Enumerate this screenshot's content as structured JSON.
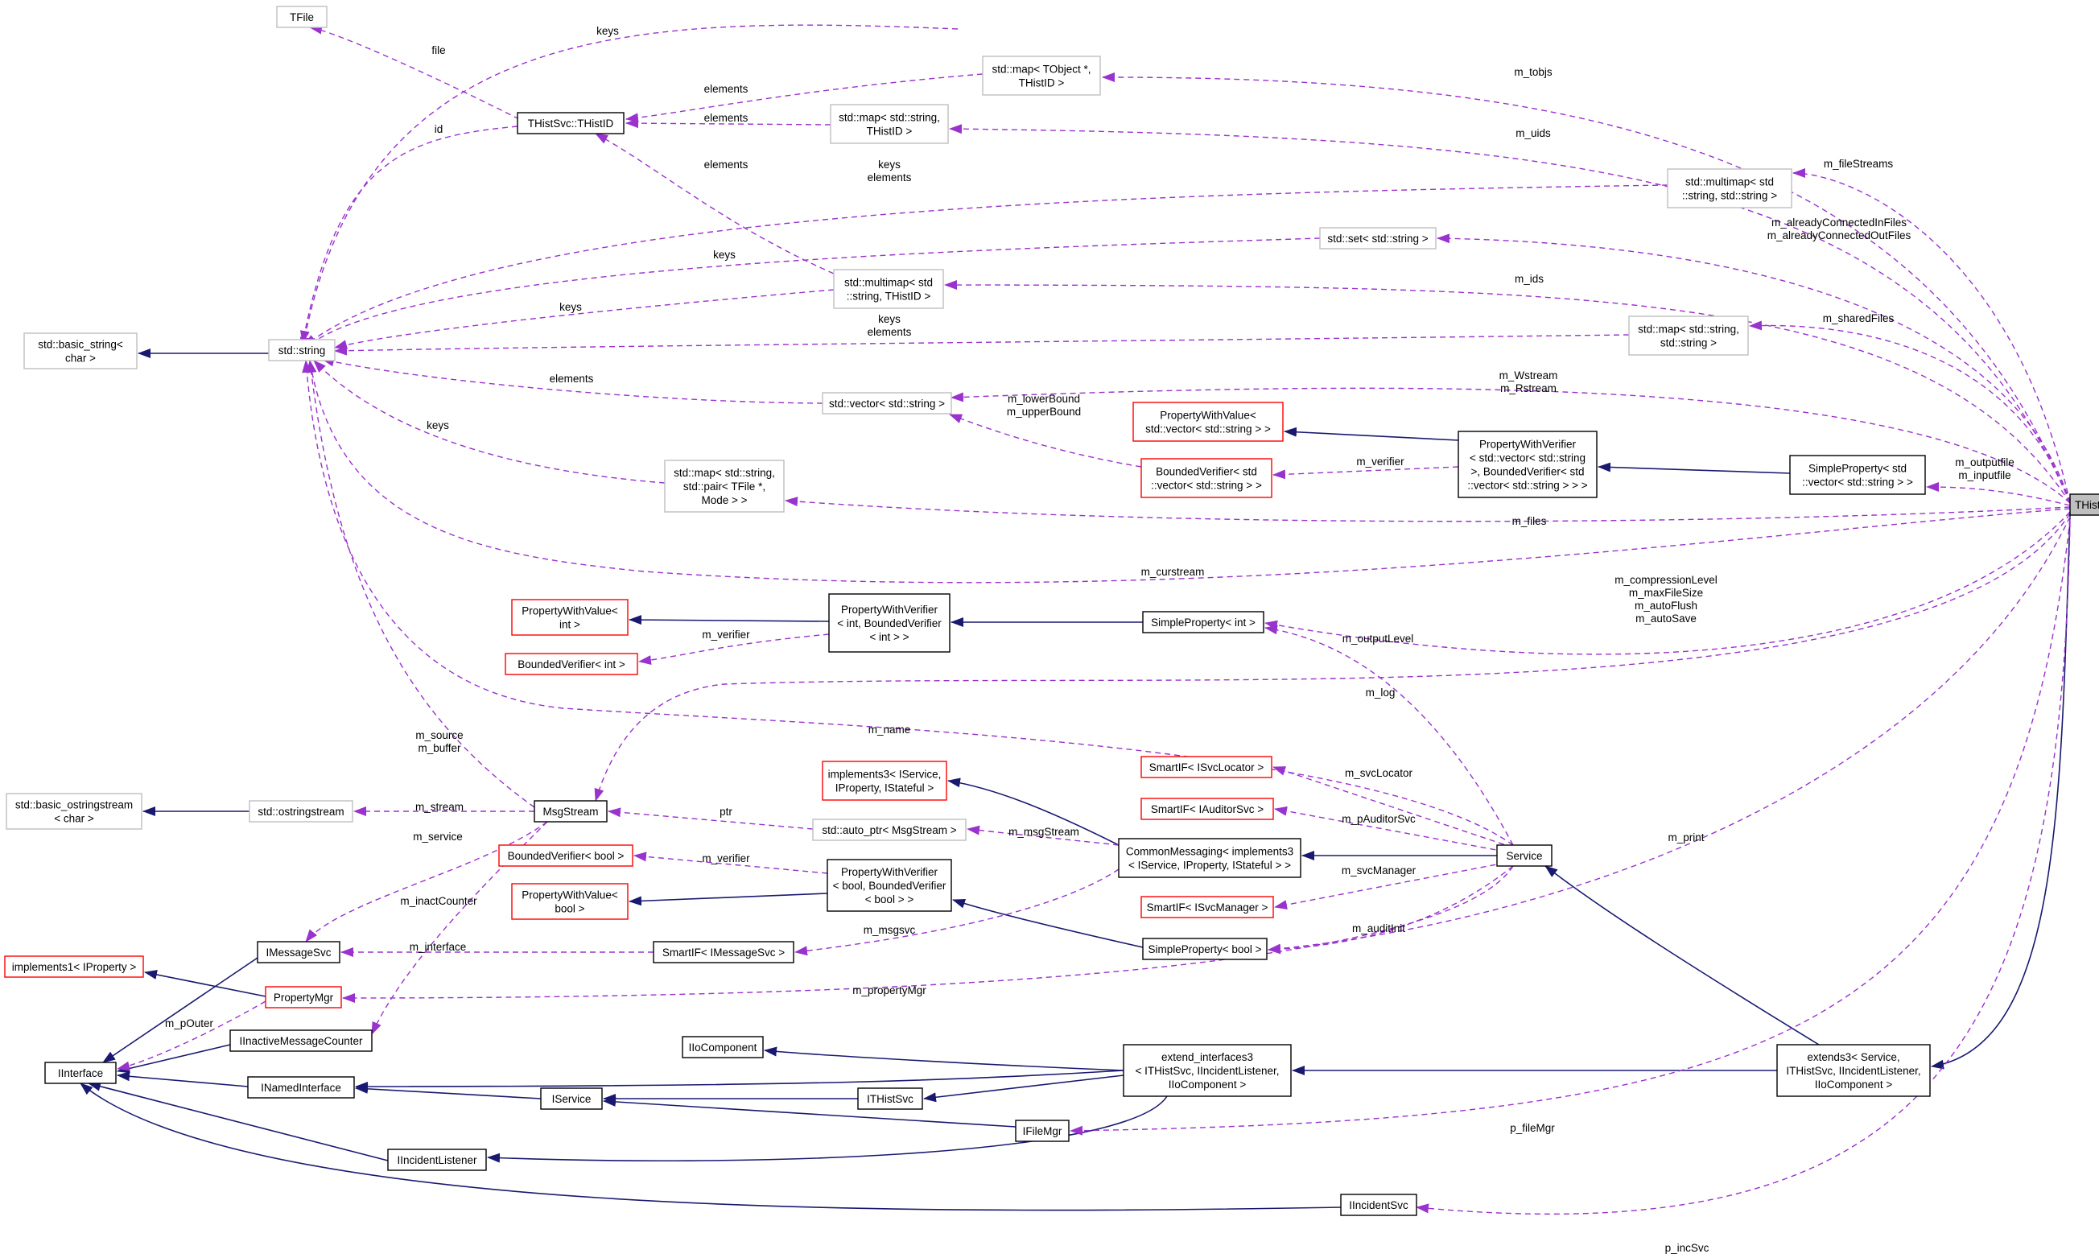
{
  "colors": {
    "background": "#ffffff",
    "node_border_black": "#000000",
    "node_border_gray": "#bfbfbf",
    "node_border_red": "#ff0000",
    "highlight_fill": "#bfbfbf",
    "inheritance_edge": "#191970",
    "usage_edge": "#9a32cd"
  },
  "nodes": [
    {
      "id": "TFile",
      "lines": [
        "TFile"
      ]
    },
    {
      "id": "std_string",
      "lines": [
        "std::string"
      ]
    },
    {
      "id": "std_basic_string",
      "lines": [
        "std::basic_string<",
        "char >"
      ]
    },
    {
      "id": "THistSvc_THistID",
      "lines": [
        "THistSvc::THistID"
      ]
    },
    {
      "id": "map_TObject",
      "lines": [
        "std::map< TObject *,",
        "THistID >"
      ]
    },
    {
      "id": "map_string_THistID",
      "lines": [
        "std::map< std::string,",
        "THistID >"
      ]
    },
    {
      "id": "multimap_string_string",
      "lines": [
        "std::multimap< std",
        "::string, std::string >"
      ]
    },
    {
      "id": "set_string",
      "lines": [
        "std::set< std::string >"
      ]
    },
    {
      "id": "multimap_string_THistID",
      "lines": [
        "std::multimap< std",
        "::string, THistID >"
      ]
    },
    {
      "id": "map_string_string",
      "lines": [
        "std::map< std::string,",
        "std::string >"
      ]
    },
    {
      "id": "vector_string",
      "lines": [
        "std::vector< std::string >"
      ]
    },
    {
      "id": "PWV_vector",
      "lines": [
        "PropertyWithValue<",
        "std::vector< std::string > >"
      ]
    },
    {
      "id": "BV_vector",
      "lines": [
        "BoundedVerifier< std",
        "::vector< std::string > >"
      ]
    },
    {
      "id": "PWVer_vector",
      "lines": [
        "PropertyWithVerifier",
        "< std::vector< std::string",
        ">, BoundedVerifier< std",
        "::vector< std::string > > >"
      ]
    },
    {
      "id": "SP_vector",
      "lines": [
        "SimpleProperty< std",
        "::vector< std::string > >"
      ]
    },
    {
      "id": "map_pair",
      "lines": [
        "std::map< std::string,",
        "std::pair< TFile *,",
        "Mode > >"
      ]
    },
    {
      "id": "THistSvc",
      "lines": [
        "THistSvc"
      ]
    },
    {
      "id": "PWV_int",
      "lines": [
        "PropertyWithValue<",
        "int >"
      ]
    },
    {
      "id": "BV_int",
      "lines": [
        "BoundedVerifier< int >"
      ]
    },
    {
      "id": "PWVer_int",
      "lines": [
        "PropertyWithVerifier",
        "< int, BoundedVerifier",
        "< int > >"
      ]
    },
    {
      "id": "SP_int",
      "lines": [
        "SimpleProperty< int >"
      ]
    },
    {
      "id": "basic_ostringstream",
      "lines": [
        "std::basic_ostringstream",
        "< char >"
      ]
    },
    {
      "id": "ostringstream",
      "lines": [
        "std::ostringstream"
      ]
    },
    {
      "id": "MsgStream",
      "lines": [
        "MsgStream"
      ]
    },
    {
      "id": "implements3",
      "lines": [
        "implements3< IService,",
        "IProperty, IStateful >"
      ]
    },
    {
      "id": "auto_ptr",
      "lines": [
        "std::auto_ptr< MsgStream >"
      ]
    },
    {
      "id": "SmartIF_ISvcLocator",
      "lines": [
        "SmartIF< ISvcLocator >"
      ]
    },
    {
      "id": "SmartIF_IAuditorSvc",
      "lines": [
        "SmartIF< IAuditorSvc >"
      ]
    },
    {
      "id": "CommonMessaging",
      "lines": [
        "CommonMessaging< implements3",
        "< IService, IProperty, IStateful > >"
      ]
    },
    {
      "id": "Service",
      "lines": [
        "Service"
      ]
    },
    {
      "id": "SmartIF_ISvcManager",
      "lines": [
        "SmartIF< ISvcManager >"
      ]
    },
    {
      "id": "BV_bool",
      "lines": [
        "BoundedVerifier< bool >"
      ]
    },
    {
      "id": "PWV_bool",
      "lines": [
        "PropertyWithValue<",
        "bool >"
      ]
    },
    {
      "id": "PWVer_bool",
      "lines": [
        "PropertyWithVerifier",
        "< bool, BoundedVerifier",
        "< bool > >"
      ]
    },
    {
      "id": "SP_bool",
      "lines": [
        "SimpleProperty< bool >"
      ]
    },
    {
      "id": "IMessageSvc",
      "lines": [
        "IMessageSvc"
      ]
    },
    {
      "id": "SmartIF_IMessageSvc",
      "lines": [
        "SmartIF< IMessageSvc >"
      ]
    },
    {
      "id": "implements1",
      "lines": [
        "implements1< IProperty >"
      ]
    },
    {
      "id": "PropertyMgr",
      "lines": [
        "PropertyMgr"
      ]
    },
    {
      "id": "IInactiveMessageCounter",
      "lines": [
        "IInactiveMessageCounter"
      ]
    },
    {
      "id": "IInterface",
      "lines": [
        "IInterface"
      ]
    },
    {
      "id": "INamedInterface",
      "lines": [
        "INamedInterface"
      ]
    },
    {
      "id": "IIoComponent",
      "lines": [
        "IIoComponent"
      ]
    },
    {
      "id": "IService",
      "lines": [
        "IService"
      ]
    },
    {
      "id": "ITHistSvc",
      "lines": [
        "ITHistSvc"
      ]
    },
    {
      "id": "extend_interfaces3",
      "lines": [
        "extend_interfaces3",
        "< ITHistSvc, IIncidentListener,",
        "IIoComponent >"
      ]
    },
    {
      "id": "extends3",
      "lines": [
        "extends3< Service,",
        "ITHistSvc, IIncidentListener,",
        "IIoComponent >"
      ]
    },
    {
      "id": "IFileMgr",
      "lines": [
        "IFileMgr"
      ]
    },
    {
      "id": "IIncidentListener",
      "lines": [
        "IIncidentListener"
      ]
    },
    {
      "id": "IIncidentSvc",
      "lines": [
        "IIncidentSvc"
      ]
    }
  ],
  "edge_labels": [
    {
      "id": "file",
      "lines": [
        "file"
      ]
    },
    {
      "id": "keys_top",
      "lines": [
        "keys"
      ]
    },
    {
      "id": "id",
      "lines": [
        "id"
      ]
    },
    {
      "id": "elements_tobj",
      "lines": [
        "elements"
      ]
    },
    {
      "id": "elements_uid",
      "lines": [
        "elements"
      ]
    },
    {
      "id": "elements_mid",
      "lines": [
        "elements"
      ]
    },
    {
      "id": "keys_elements_fs",
      "lines": [
        "keys",
        "elements"
      ]
    },
    {
      "id": "keys_set",
      "lines": [
        "keys"
      ]
    },
    {
      "id": "keys_ids",
      "lines": [
        "keys"
      ]
    },
    {
      "id": "keys_elements_shared",
      "lines": [
        "keys",
        "elements"
      ]
    },
    {
      "id": "elements_vec",
      "lines": [
        "elements"
      ]
    },
    {
      "id": "keys_files",
      "lines": [
        "keys"
      ]
    },
    {
      "id": "bound",
      "lines": [
        "m_lowerBound",
        "m_upperBound"
      ]
    },
    {
      "id": "m_verifier_vec",
      "lines": [
        "m_verifier"
      ]
    },
    {
      "id": "m_tobjs",
      "lines": [
        "m_tobjs"
      ]
    },
    {
      "id": "m_uids",
      "lines": [
        "m_uids"
      ]
    },
    {
      "id": "m_fileStreams",
      "lines": [
        "m_fileStreams"
      ]
    },
    {
      "id": "connected",
      "lines": [
        "m_alreadyConnectedInFiles",
        "m_alreadyConnectedOutFiles"
      ]
    },
    {
      "id": "m_ids",
      "lines": [
        "m_ids"
      ]
    },
    {
      "id": "m_sharedFiles",
      "lines": [
        "m_sharedFiles"
      ]
    },
    {
      "id": "wrstream",
      "lines": [
        "m_Wstream",
        "m_Rstream"
      ]
    },
    {
      "id": "outin",
      "lines": [
        "m_outputfile",
        "m_inputfile"
      ]
    },
    {
      "id": "m_files",
      "lines": [
        "m_files"
      ]
    },
    {
      "id": "m_curstream",
      "lines": [
        "m_curstream"
      ]
    },
    {
      "id": "m_verifier_int",
      "lines": [
        "m_verifier"
      ]
    },
    {
      "id": "intprops",
      "lines": [
        "m_compressionLevel",
        "m_maxFileSize",
        "m_autoFlush",
        "m_autoSave"
      ]
    },
    {
      "id": "m_outputLevel",
      "lines": [
        "m_outputLevel"
      ]
    },
    {
      "id": "m_log",
      "lines": [
        "m_log"
      ]
    },
    {
      "id": "m_name",
      "lines": [
        "m_name"
      ]
    },
    {
      "id": "source_buffer",
      "lines": [
        "m_source",
        "m_buffer"
      ]
    },
    {
      "id": "m_stream",
      "lines": [
        "m_stream"
      ]
    },
    {
      "id": "ptr",
      "lines": [
        "ptr"
      ]
    },
    {
      "id": "m_svcLocator",
      "lines": [
        "m_svcLocator"
      ]
    },
    {
      "id": "m_pAuditorSvc",
      "lines": [
        "m_pAuditorSvc"
      ]
    },
    {
      "id": "m_msgStream",
      "lines": [
        "m_msgStream"
      ]
    },
    {
      "id": "m_service",
      "lines": [
        "m_service"
      ]
    },
    {
      "id": "m_verifier_bool",
      "lines": [
        "m_verifier"
      ]
    },
    {
      "id": "m_svcManager",
      "lines": [
        "m_svcManager"
      ]
    },
    {
      "id": "m_print",
      "lines": [
        "m_print"
      ]
    },
    {
      "id": "m_inactCounter",
      "lines": [
        "m_inactCounter"
      ]
    },
    {
      "id": "m_msgsvc",
      "lines": [
        "m_msgsvc"
      ]
    },
    {
      "id": "m_auditInit",
      "lines": [
        "m_auditInit"
      ]
    },
    {
      "id": "m_interface",
      "lines": [
        "m_interface"
      ]
    },
    {
      "id": "m_propertyMgr",
      "lines": [
        "m_propertyMgr"
      ]
    },
    {
      "id": "m_pOuter",
      "lines": [
        "m_pOuter"
      ]
    },
    {
      "id": "p_fileMgr",
      "lines": [
        "p_fileMgr"
      ]
    },
    {
      "id": "p_incSvc",
      "lines": [
        "p_incSvc"
      ]
    }
  ]
}
